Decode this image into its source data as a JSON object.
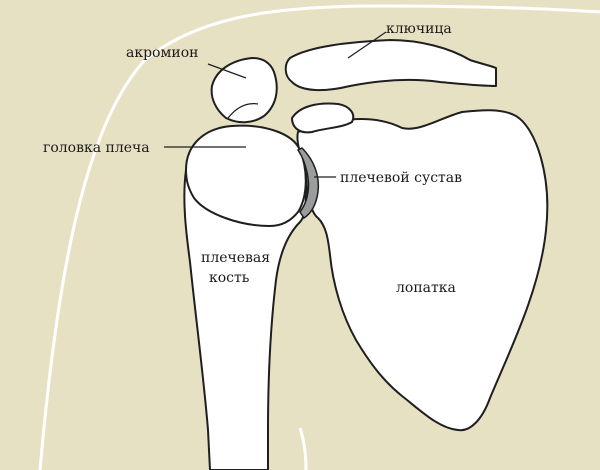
{
  "labels": {
    "clavicle": "ключица",
    "acromion": "акромион",
    "humeral_head": "головка плеча",
    "shoulder_joint": "плечевой сустав",
    "humerus_line1": "плечевая",
    "humerus_line2": "кость",
    "scapula": "лопатка"
  },
  "colors": {
    "background": "#e7e1c4",
    "bone_fill": "#ffffff",
    "outline": "#1f1f1f",
    "joint_cartilage": "#9a9c9e",
    "body_contour": "#ffffff"
  }
}
